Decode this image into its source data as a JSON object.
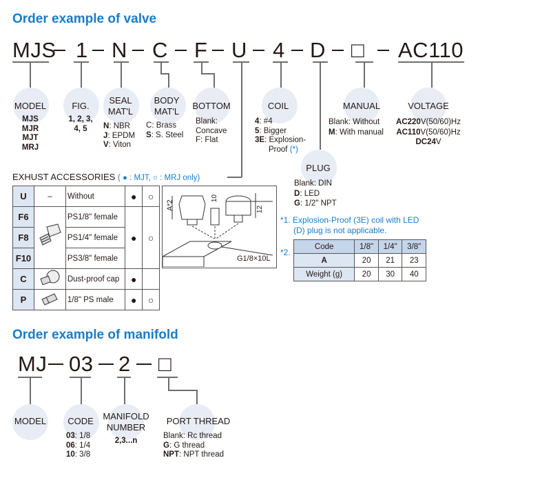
{
  "valve": {
    "title": "Order example of valve",
    "codes": [
      "MJS",
      "1",
      "N",
      "C",
      "F",
      "U",
      "4",
      "D",
      "□",
      "AC110"
    ],
    "model": {
      "label": "MODEL",
      "values": [
        "MJS",
        "MJR",
        "MJT",
        "MRJ"
      ]
    },
    "fig": {
      "label": "FIG.",
      "line1": "1, 2, 3,",
      "line2": "4, 5"
    },
    "seal": {
      "label1": "SEAL",
      "label2": "MAT'L",
      "items": [
        {
          "k": "N",
          "v": ": NBR"
        },
        {
          "k": "J",
          "v": ": EPDM"
        },
        {
          "k": "V",
          "v": ": Viton"
        }
      ]
    },
    "body": {
      "label1": "BODY",
      "label2": "MAT'L",
      "items": [
        {
          "k": "C",
          "v": ": Brass"
        },
        {
          "k": "S",
          "v": ": S. Steel"
        }
      ]
    },
    "bottom": {
      "label": "BOTTOM",
      "lines": [
        "Blank:",
        "Concave",
        "F: Flat"
      ]
    },
    "coil": {
      "label": "COIL",
      "items": [
        {
          "k": "4",
          "v": ": #4"
        },
        {
          "k": "5",
          "v": ": Bigger"
        },
        {
          "k": "3E",
          "v": ": Explosion-"
        }
      ],
      "last": "Proof",
      "note": "(*)"
    },
    "plug": {
      "label": "PLUG",
      "blank": "Blank: DIN",
      "items": [
        {
          "k": "D",
          "v": ": LED"
        },
        {
          "k": "G",
          "v": ": 1/2\" NPT"
        }
      ]
    },
    "manual": {
      "label": "MANUAL",
      "blank": "Blank: Without",
      "item": {
        "k": "M",
        "v": ": With manual"
      }
    },
    "voltage": {
      "label": "VOLTAGE",
      "items": [
        {
          "k": "AC220",
          "v": "V(50/60)Hz"
        },
        {
          "k": "AC110",
          "v": "V(50/60)Hz"
        },
        {
          "k": "DC24",
          "v": "V"
        }
      ]
    }
  },
  "accessories": {
    "title": "EXHUST ACCESSORIES",
    "legend": "( ● : MJT, ○ : MRJ only)",
    "rows": [
      {
        "code": "U",
        "img": "–",
        "desc": "Without",
        "mjt": "●",
        "mrj": "○"
      },
      {
        "code": "F6",
        "desc": "PS1/8\" female"
      },
      {
        "code": "F8",
        "desc": "PS1/4\" female",
        "mjt": "●",
        "mrj": "○"
      },
      {
        "code": "F10",
        "desc": "PS3/8\" female"
      },
      {
        "code": "C",
        "desc": "Dust-proof cap",
        "mjt": "●",
        "mrj": ""
      },
      {
        "code": "P",
        "desc": "1/8\" PS male",
        "mjt": "●",
        "mrj": "○"
      }
    ],
    "drawing": {
      "dim_a": "A*2",
      "dim_10": "10",
      "dim_12": "12",
      "thread": "G1/8×10L"
    }
  },
  "notes": {
    "n1_mark": "*1.",
    "n1_line1": "Explosion-Proof (3E) coil with LED",
    "n1_line2": "(D) plug is not applicable.",
    "n2_mark": "*2.",
    "table": {
      "header": [
        "Code",
        "1/8\"",
        "1/4\"",
        "3/8\""
      ],
      "rows": [
        [
          "A",
          "20",
          "21",
          "23"
        ],
        [
          "Weight (g)",
          "20",
          "30",
          "40"
        ]
      ]
    }
  },
  "manifold": {
    "title": "Order example of manifold",
    "codes": [
      "MJ",
      "03",
      "2",
      "□"
    ],
    "model": {
      "label": "MODEL"
    },
    "code": {
      "label": "CODE",
      "items": [
        {
          "k": "03",
          "v": ": 1/8"
        },
        {
          "k": "06",
          "v": ": 1/4"
        },
        {
          "k": "10",
          "v": ": 3/8"
        }
      ]
    },
    "number": {
      "label1": "MANIFOLD",
      "label2": "NUMBER",
      "value": "2,3...n"
    },
    "thread": {
      "label": "PORT THREAD",
      "blank": "Blank: Rc thread",
      "items": [
        {
          "k": "G",
          "v": ": G thread"
        },
        {
          "k": "NPT",
          "v": ": NPT thread"
        }
      ]
    }
  },
  "colors": {
    "accent": "#1a7cc7",
    "circle": "#e8ecf4",
    "cell": "#dde6f3",
    "header": "#c5d5ea"
  }
}
